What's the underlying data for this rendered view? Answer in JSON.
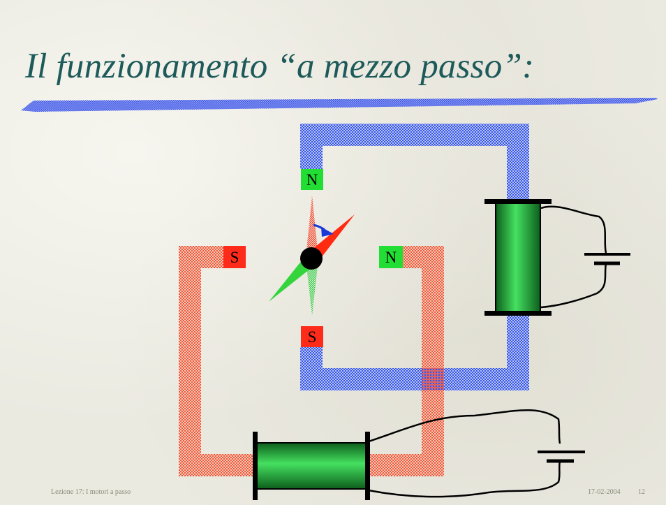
{
  "slide": {
    "title": "Il funzionamento “a mezzo passo”:",
    "footer_left": "Lezione 17: I motori a passo",
    "footer_date": "17-02-2004",
    "footer_page": "12"
  },
  "diagram": {
    "poles": {
      "top": "N",
      "bottom": "S",
      "left": "S",
      "right": "N"
    }
  },
  "colors": {
    "title": "#1d5a5a",
    "blue_core": "#3b5bd6",
    "red_core": "#f06a4a",
    "north_pole": "#22dd33",
    "south_pole": "#ff2b1a",
    "coil_green": "#2ec44a",
    "rotor_red": "#ff2a10",
    "rotor_green": "#33d43c",
    "arrow_blue": "#1a37d8"
  }
}
